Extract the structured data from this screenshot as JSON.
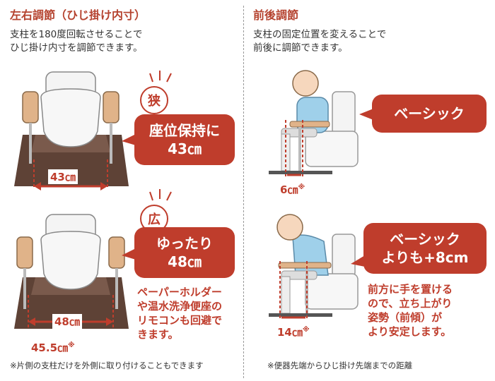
{
  "left": {
    "title": "左右調節（ひじ掛け内寸）",
    "desc": "支柱を180度回転させることで\nひじ掛け内寸を調節できます。",
    "narrow": {
      "badge": "狭",
      "line1": "座位保持に",
      "line2": "43㎝",
      "measure": "43㎝"
    },
    "wide": {
      "badge": "広",
      "line1": "ゆったり",
      "line2": "48㎝",
      "measure1": "48㎝",
      "measure2": "45.5㎝",
      "asterisk": "※",
      "extra": "ペーパーホルダー\nや温水洗浄便座の\nリモコンも回避で\nきます。"
    },
    "footnote": "※片側の支柱だけを外側に取り付けることもできます"
  },
  "right": {
    "title": "前後調節",
    "desc": "支柱の固定位置を変えることで\n前後に調節できます。",
    "basic": {
      "label": "ベーシック",
      "measure": "6㎝",
      "asterisk": "※"
    },
    "plus": {
      "line1": "ベーシック",
      "line2": "よりも+8cm",
      "measure": "14㎝",
      "asterisk": "※",
      "extra": "前方に手を置ける\nので、立ち上がり\n姿勢（前傾）が\nより安定します。"
    },
    "footnote": "※便器先端からひじ掛け先端までの距離"
  },
  "colors": {
    "accent": "#bf3d2c",
    "mat": "#5e4236",
    "shirt": "#9fd0ea",
    "skin": "#f6d7bd"
  }
}
